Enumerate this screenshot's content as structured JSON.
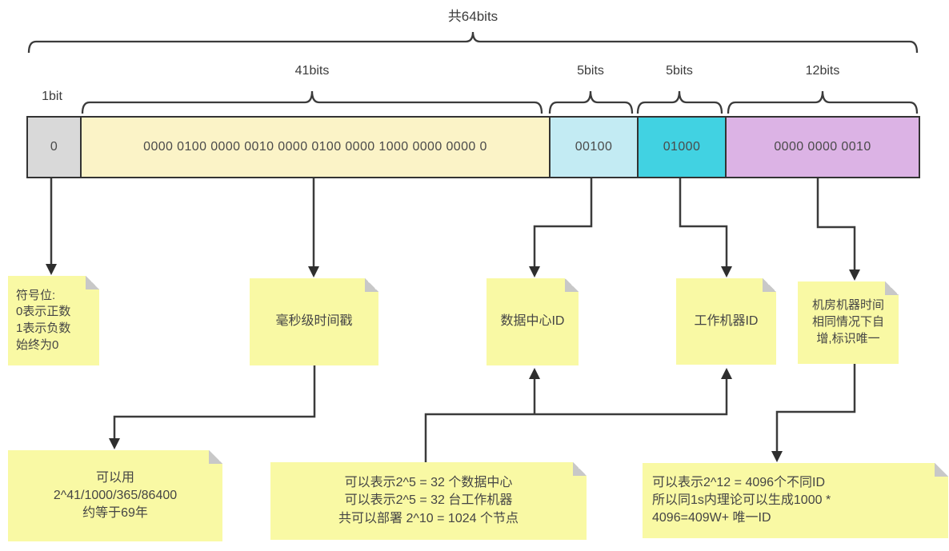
{
  "diagram_title": "共64bits",
  "braces": {
    "total": "共64bits",
    "sign": "1bit",
    "timestamp": "41bits",
    "datacenter": "5bits",
    "worker": "5bits",
    "sequence": "12bits"
  },
  "bar": {
    "segments": [
      {
        "name": "sign-bit",
        "bits": "1bit",
        "value": "0",
        "color": "#d9d9d9"
      },
      {
        "name": "timestamp-bits",
        "bits": "41bits",
        "value": "0000 0100 0000 0010 0000 0100 0000 1000 0000 0000 0",
        "color": "#fbf3c7"
      },
      {
        "name": "datacenter-bits",
        "bits": "5bits",
        "value": "00100",
        "color": "#c3ebf3"
      },
      {
        "name": "worker-bits",
        "bits": "5bits",
        "value": "01000",
        "color": "#41d2e2"
      },
      {
        "name": "sequence-bits",
        "bits": "12bits",
        "value": "0000 0000 0010",
        "color": "#dcb3e5"
      }
    ]
  },
  "notes": {
    "sign": "符号位:\n0表示正数\n1表示负数\n始终为0",
    "timestamp": "毫秒级时间戳",
    "datacenter": "数据中心ID",
    "worker": "工作机器ID",
    "sequence": "机房机器时间\n相同情况下自\n增,标识唯一",
    "timestamp_detail": "可以用\n2^41/1000/365/86400\n约等于69年",
    "node_detail": "可以表示2^5 = 32 个数据中心\n可以表示2^5 = 32 台工作机器\n共可以部署 2^10 = 1024 个节点",
    "sequence_detail": "可以表示2^12 = 4096个不同ID\n所以同1s内理论可以生成1000 *\n4096=409W+ 唯一ID"
  },
  "colors": {
    "note_background": "#f9f9a4",
    "note_fold": "#c8c8c8",
    "line": "#3b3b3b",
    "bar_border": "#333333",
    "text": "#454545",
    "background": "#ffffff"
  }
}
